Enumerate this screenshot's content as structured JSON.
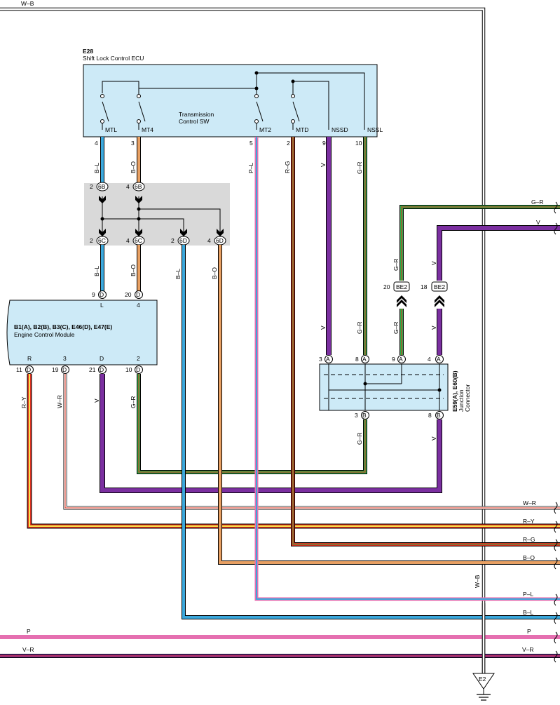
{
  "ecu": {
    "id": "E28",
    "name": "Shift Lock Control ECU",
    "switch_label_1": "Transmission",
    "switch_label_2": "Control SW",
    "terminals": [
      "MTL",
      "MT4",
      "MT2",
      "MTD",
      "NSSD",
      "NSSL"
    ],
    "pins": [
      "4",
      "3",
      "5",
      "2",
      "9",
      "10"
    ]
  },
  "ecm": {
    "ids": "B1(A), B2(B), B3(C), E46(D), E47(E)",
    "name": "Engine Control Module",
    "top_terms": [
      "L",
      "4"
    ],
    "top_pins": [
      "9",
      "20"
    ],
    "bottom_terms": [
      "R",
      "3",
      "D",
      "2"
    ],
    "bottom_pins": [
      "11",
      "19",
      "21",
      "10"
    ]
  },
  "junction": {
    "ids": "E59(A), E60(B)",
    "name_1": "Junction",
    "name_2": "Connector",
    "top_pins": [
      "3",
      "8",
      "9",
      "4"
    ],
    "bottom_pins": [
      "3",
      "8"
    ],
    "conn_a": "A",
    "conn_b": "B"
  },
  "connectors": {
    "c6b": "6B",
    "c6c": "6C",
    "c6d": "6D",
    "be2": "BE2",
    "d": "D",
    "pin_2": "2",
    "pin_4": "4",
    "be2_pin_20": "20",
    "be2_pin_18": "18"
  },
  "wires": {
    "w_b": "W–B",
    "b_l": "B–L",
    "b_o": "B–O",
    "p_l": "P–L",
    "r_g": "R–G",
    "v": "V",
    "g_r": "G–R",
    "r_y": "R–Y",
    "w_r": "W–R",
    "p": "P",
    "v_r": "V–R"
  },
  "ground": "E2",
  "colors": {
    "ecu_fill": "#cdeaf7",
    "wire_blue": "#3ba8dc",
    "wire_orange": "#e8a063",
    "wire_violet": "#7b2fa0",
    "wire_pink": "#e56fb0",
    "wire_green": "#2fae4a",
    "wire_red": "#e0301e",
    "wire_yellow": "#f7e64a",
    "junction_gray": "#d9d9d9"
  }
}
